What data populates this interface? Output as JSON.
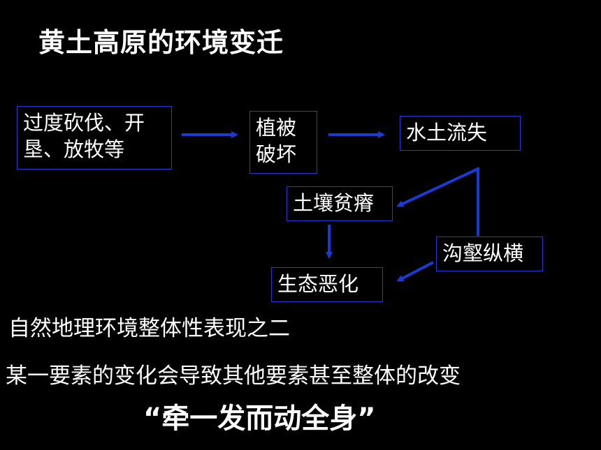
{
  "title": "黄土高原的环境变迁",
  "diagram": {
    "nodes": {
      "cause": {
        "lines": [
          "过度砍伐、开",
          "垦、放牧等"
        ]
      },
      "vegetation": {
        "lines": [
          "植被",
          "破坏"
        ]
      },
      "erosion": {
        "lines": [
          "水土流失"
        ]
      },
      "soil": {
        "lines": [
          "土壤贫瘠"
        ]
      },
      "gully": {
        "lines": [
          "沟壑纵横"
        ]
      },
      "ecology": {
        "lines": [
          "生态恶化"
        ]
      }
    },
    "colors": {
      "box_border": "#2a3ad8",
      "arrow": "#1a3ad0",
      "background": "#000000",
      "text": "#ffffff"
    }
  },
  "text": {
    "line1": "自然地理环境整体性表现之二",
    "line2": "某一要素的变化会导致其他要素甚至整体的改变",
    "slogan": "“牵一发而动全身”"
  }
}
